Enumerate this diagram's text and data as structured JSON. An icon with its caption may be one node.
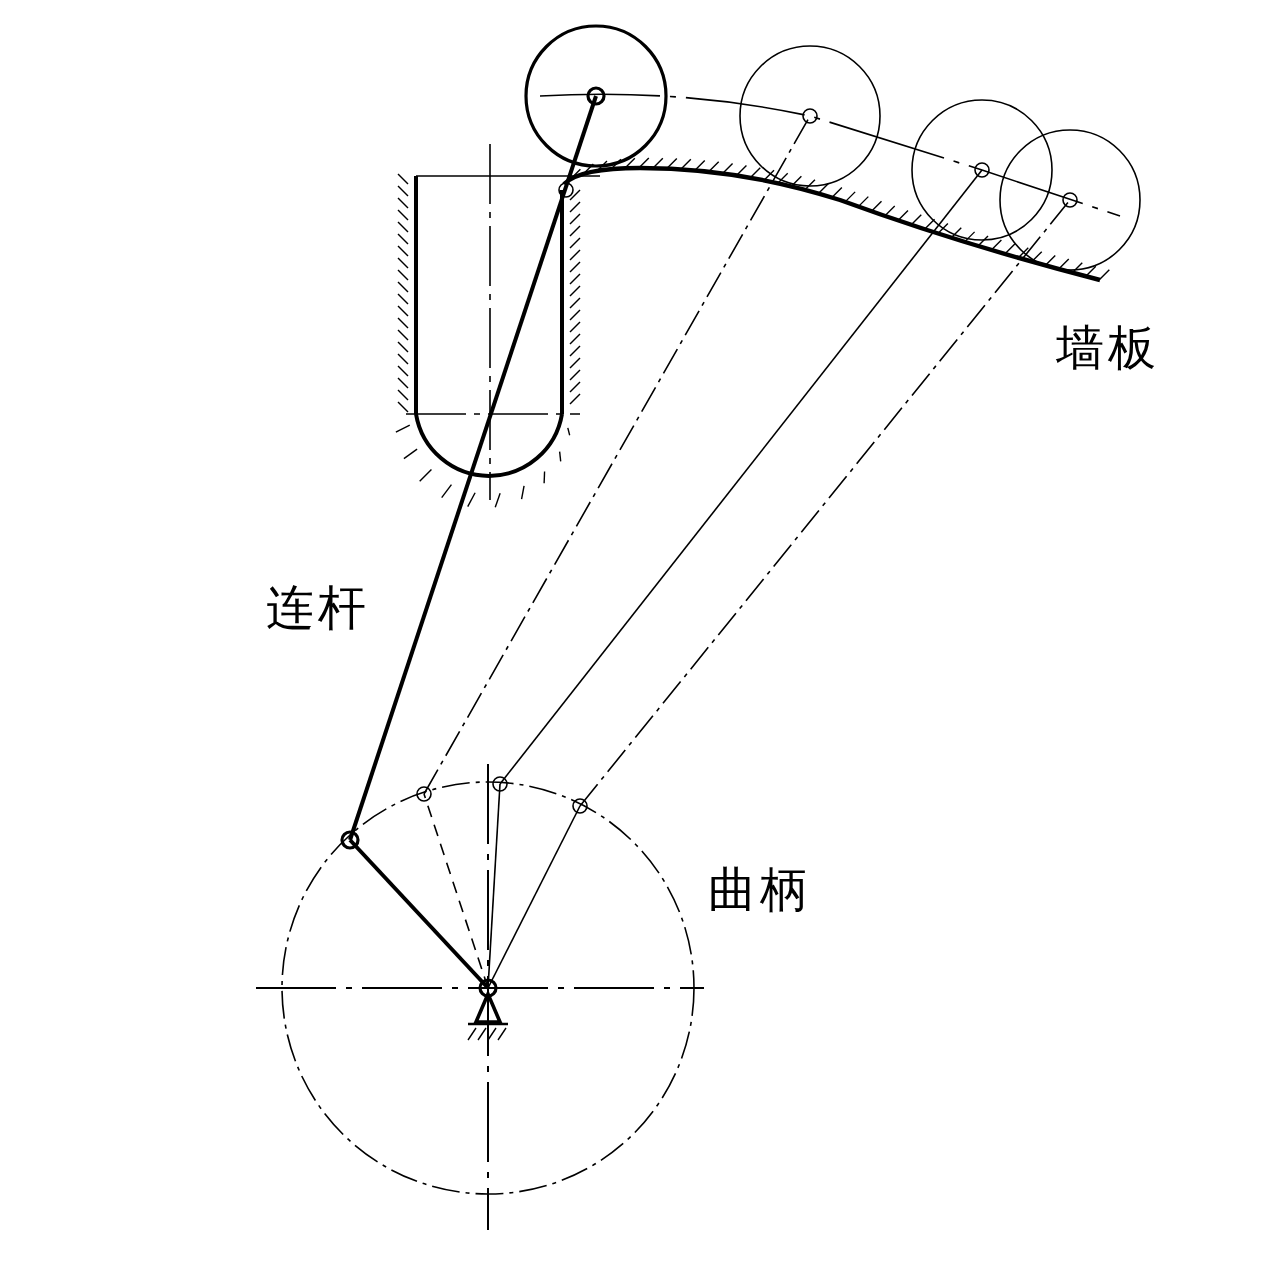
{
  "diagram": {
    "labels": [
      "墙板",
      "连杆",
      "曲柄"
    ]
  }
}
